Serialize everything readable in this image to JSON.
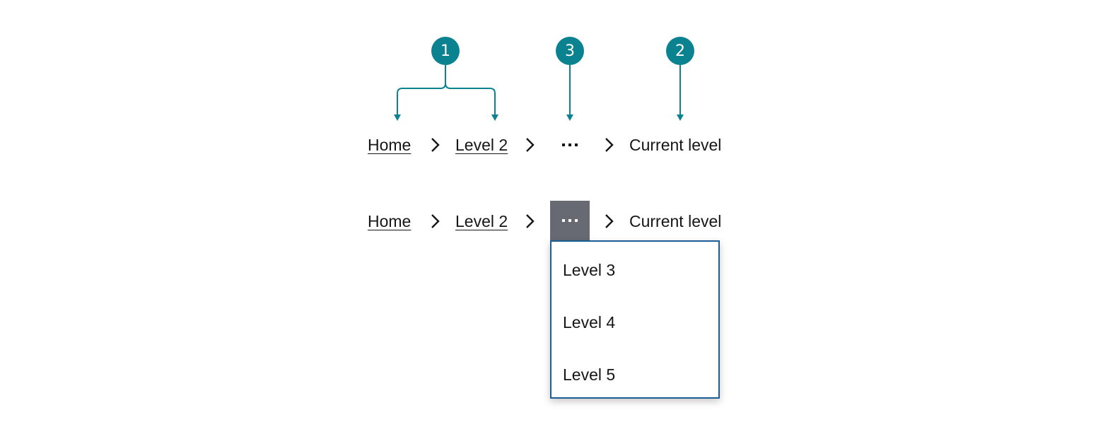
{
  "colors": {
    "callout": "#0b8290",
    "text": "#161616",
    "overflow_active_bg": "#676a73",
    "menu_border": "#1c5e94"
  },
  "callouts": [
    {
      "number": "1"
    },
    {
      "number": "3"
    },
    {
      "number": "2"
    }
  ],
  "breadcrumb_collapsed": {
    "items": [
      {
        "label": "Home"
      },
      {
        "label": "Level 2"
      },
      {
        "label": "Current level"
      }
    ],
    "overflow_icon": "ellipsis-icon",
    "separator_icon": "chevron-right-icon"
  },
  "breadcrumb_expanded": {
    "items": [
      {
        "label": "Home"
      },
      {
        "label": "Level 2"
      },
      {
        "label": "Current level"
      }
    ],
    "overflow_icon": "ellipsis-icon",
    "menu_items": [
      {
        "label": "Level 3"
      },
      {
        "label": "Level 4"
      },
      {
        "label": "Level 5"
      }
    ]
  }
}
